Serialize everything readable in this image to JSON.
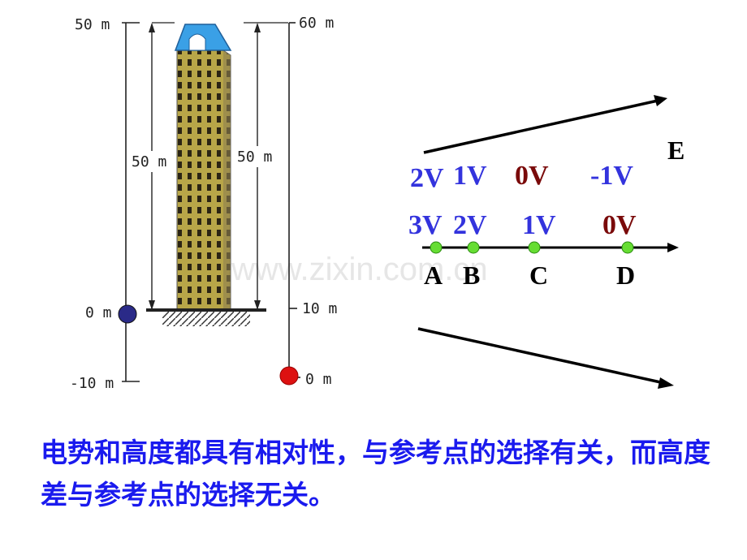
{
  "left_scale": {
    "top": "50 m",
    "middle": "50 m",
    "ground": "0 m",
    "bottom": "-10 m"
  },
  "right_scale": {
    "top": "60 m",
    "middle": "50 m",
    "ground": "10 m",
    "bottom": "0 m"
  },
  "field": {
    "label": "E",
    "row1": [
      "2V",
      "1V",
      "0V",
      "-1V"
    ],
    "row2": [
      "3V",
      "2V",
      "1V",
      "0V"
    ],
    "points": [
      "A",
      "B",
      "C",
      "D"
    ]
  },
  "watermark": "www.zixin.com.cn",
  "caption": "电势和高度都具有相对性，与参考点的选择有关，而高度差与参考点的选择无关。",
  "colors": {
    "blue_text": "#3333dd",
    "dark_red_text": "#7a0a0a",
    "caption_blue": "#1a1aee",
    "point_green": "#66dd33",
    "building_yellow": "#b5a64a",
    "left_ball": "#2a2a88",
    "right_ball": "#dd1111"
  }
}
